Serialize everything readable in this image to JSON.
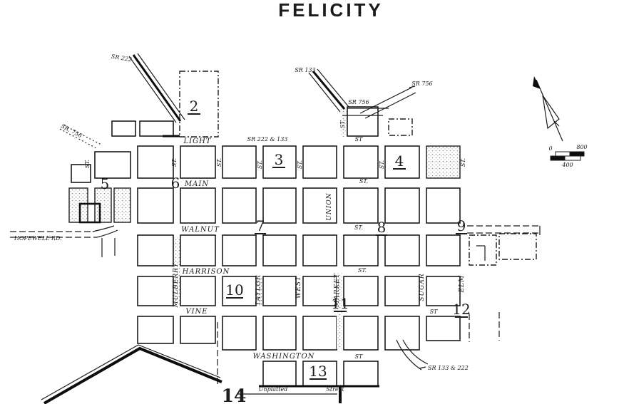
{
  "title": "FELICITY",
  "streets": {
    "light": "LIGHT",
    "main": "MAIN",
    "walnut": "WALNUT",
    "harrison": "HARRISON",
    "vine": "VINE",
    "washington": "WASHINGTON",
    "mulberry": "MULBERRY",
    "taylor": "TAYLOR",
    "west": "WEST",
    "union": "UNION",
    "market": "MARKET",
    "sugar": "SUGAR",
    "elm": "ELM",
    "st_abbr": "ST.",
    "st_short": "ST"
  },
  "routes": {
    "sr222": "SR 222",
    "sr133": "SR 133",
    "sr756": "SR 756",
    "sr756_left": "SR. 756",
    "sr222_133": "SR 222 & 133",
    "sr133_222": "SR 133 & 222",
    "hopewell": "HOPEWELL RD."
  },
  "blocks": {
    "b2": "2",
    "b3": "3",
    "b4": "4",
    "b5": "5",
    "b6": "6",
    "b7": "7",
    "b8": "8",
    "b9": "9",
    "b10": "10",
    "b11": "11",
    "b12": "12",
    "b13": "13",
    "b14": "14"
  },
  "notes": {
    "unplatted": "Unplatted",
    "street": "Street"
  },
  "scale_bar": {
    "zero": "0",
    "mid": "400",
    "max": "800"
  }
}
